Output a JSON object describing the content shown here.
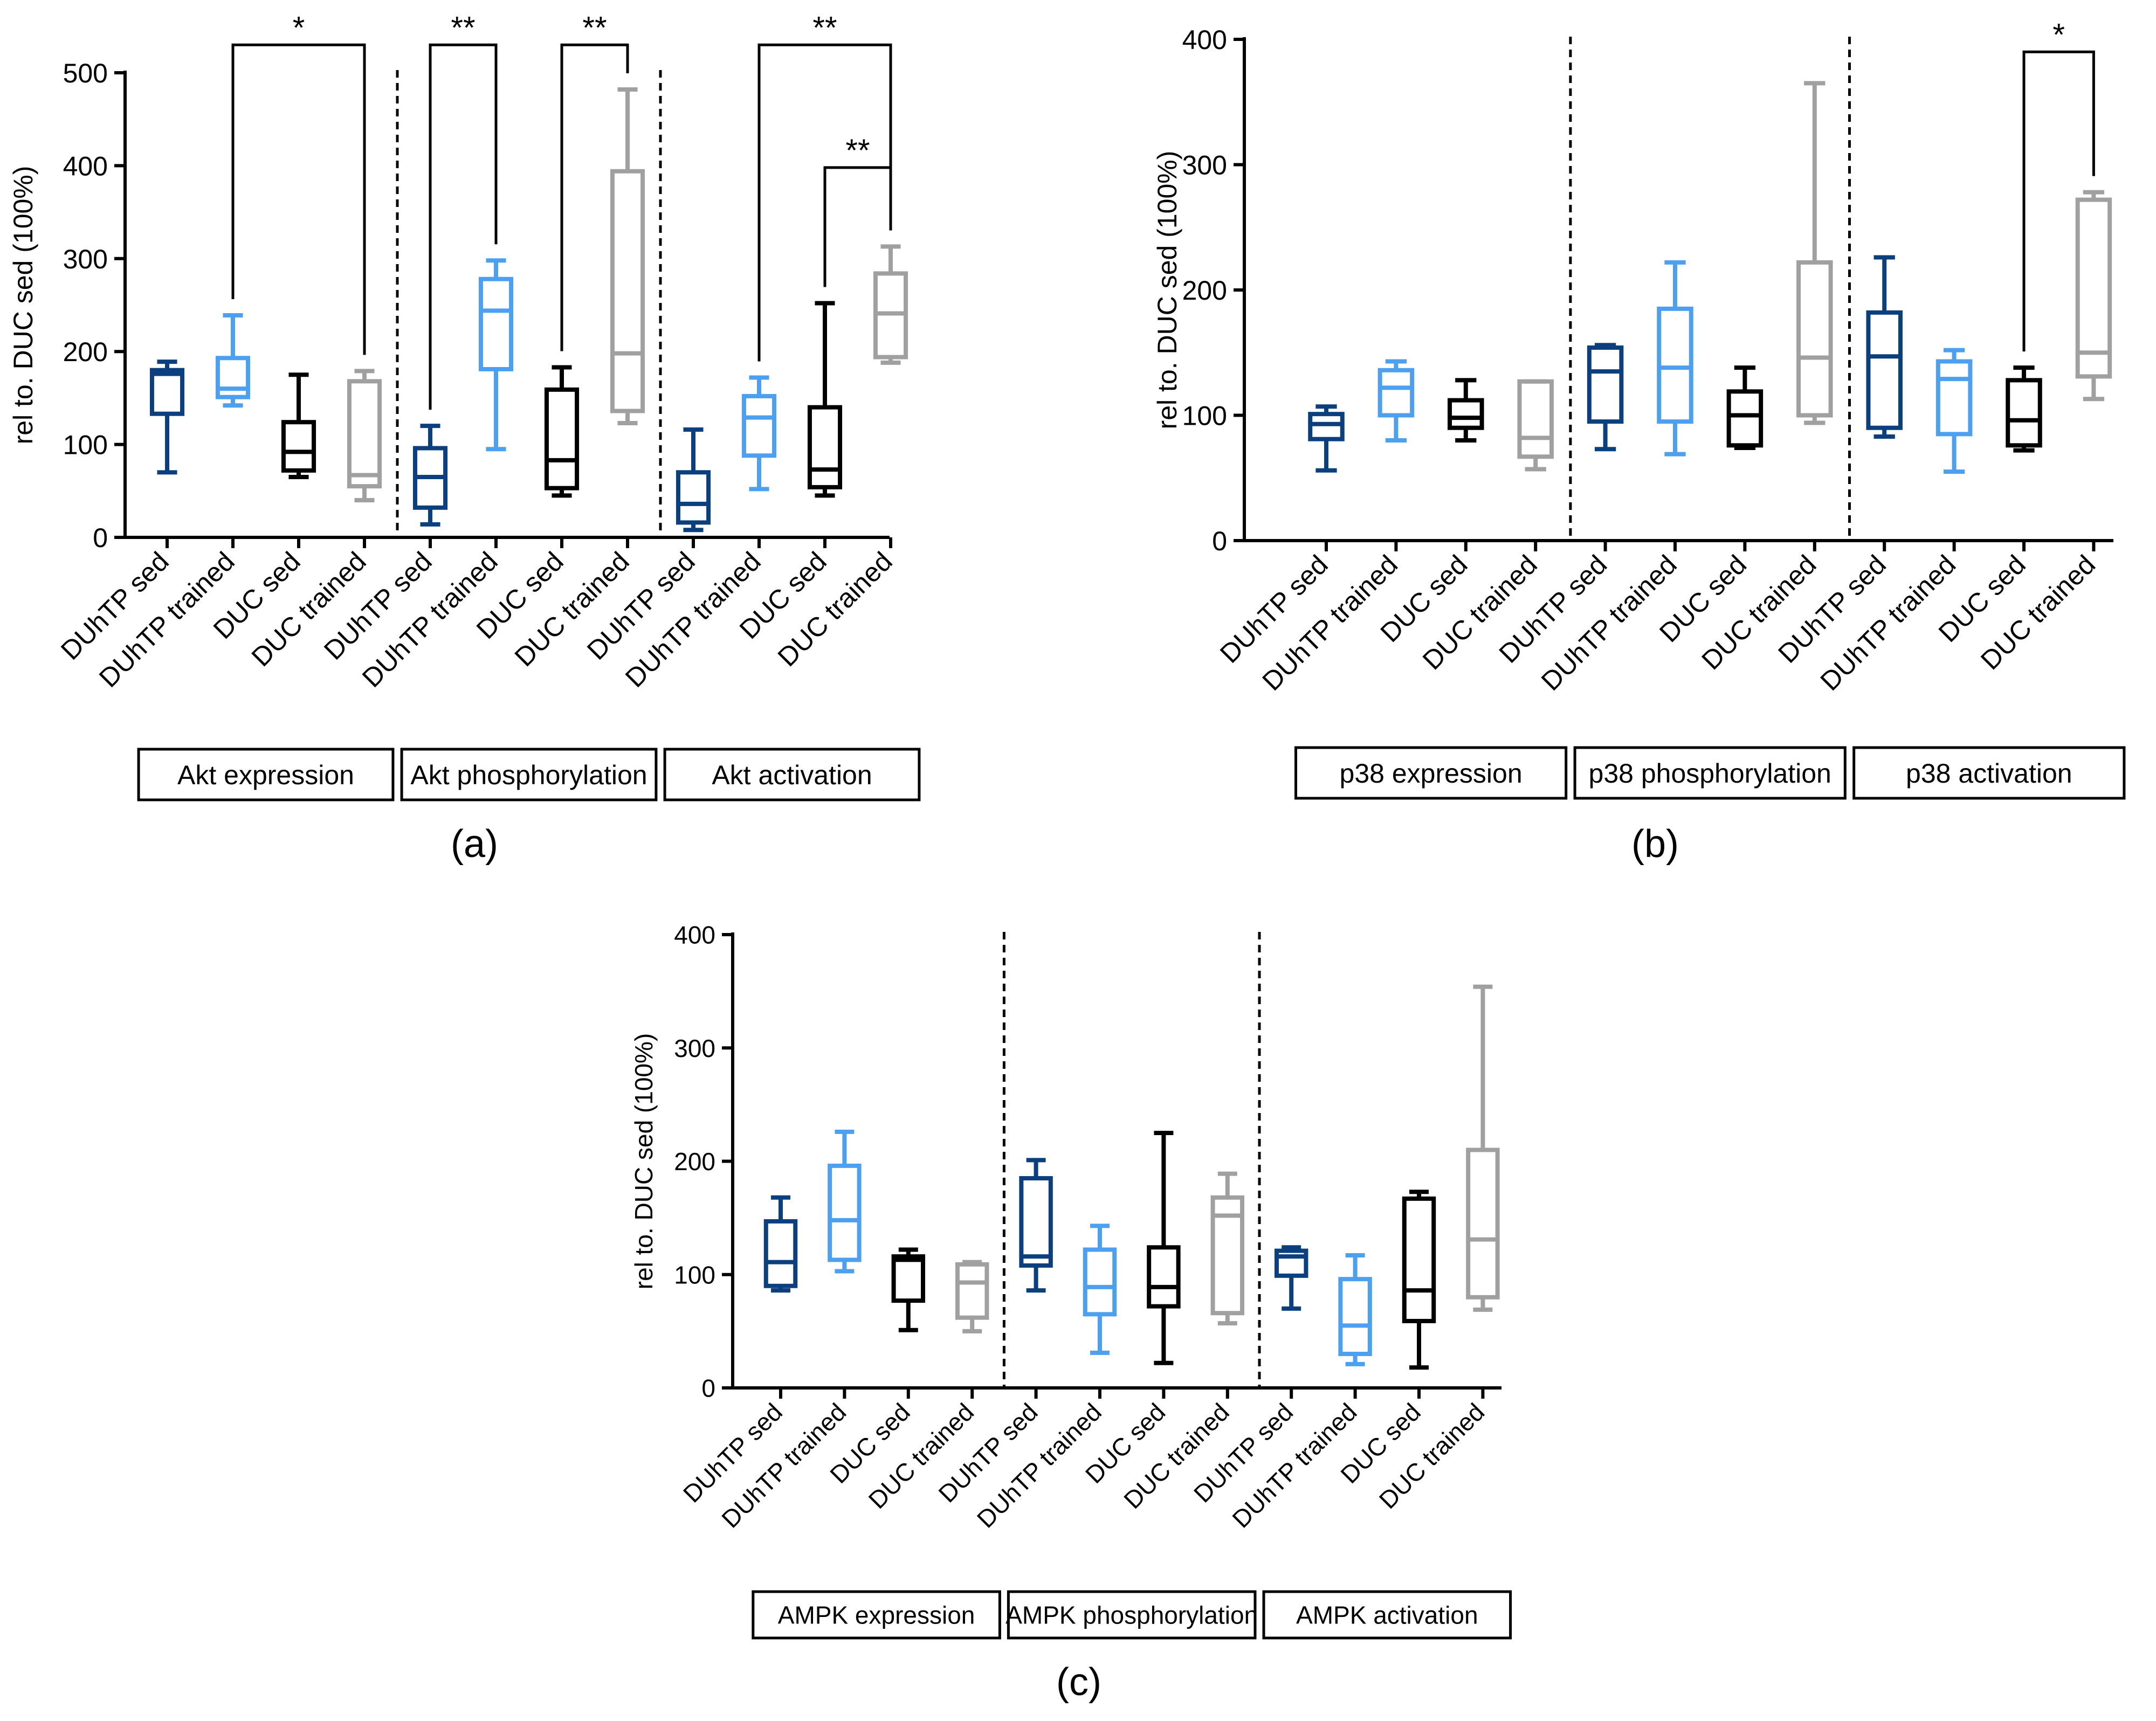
{
  "colors": {
    "DUhTP sed": "#0b3f7e",
    "DUhTP trained": "#4da0f0",
    "DUC sed": "#000000",
    "DUC trained": "#a0a0a0"
  },
  "chart_data": [
    {
      "panel_label": "(a)",
      "type": "box",
      "ylabel": "rel to. DUC sed (100%)",
      "ylim": [
        0,
        500
      ],
      "yticks": [
        0,
        100,
        200,
        300,
        400,
        500
      ],
      "groups": [
        "Akt expression",
        "Akt phosphorylation",
        "Akt activation"
      ],
      "categories": [
        "DUhTP sed",
        "DUhTP trained",
        "DUC sed",
        "DUC trained",
        "DUhTP sed",
        "DUhTP trained",
        "DUC sed",
        "DUC trained",
        "DUhTP sed",
        "DUhTP trained",
        "DUC sed",
        "DUC trained"
      ],
      "boxes": [
        {
          "min": 70,
          "q1": 133,
          "median": 176,
          "q3": 180,
          "max": 189
        },
        {
          "min": 142,
          "q1": 151,
          "median": 160,
          "q3": 193,
          "max": 239
        },
        {
          "min": 65,
          "q1": 72,
          "median": 92,
          "q3": 124,
          "max": 175
        },
        {
          "min": 40,
          "q1": 55,
          "median": 67,
          "q3": 168,
          "max": 179
        },
        {
          "min": 14,
          "q1": 32,
          "median": 65,
          "q3": 96,
          "max": 120
        },
        {
          "min": 95,
          "q1": 181,
          "median": 244,
          "q3": 278,
          "max": 298
        },
        {
          "min": 45,
          "q1": 53,
          "median": 83,
          "q3": 159,
          "max": 183
        },
        {
          "min": 123,
          "q1": 136,
          "median": 198,
          "q3": 394,
          "max": 482
        },
        {
          "min": 8,
          "q1": 16,
          "median": 36,
          "q3": 70,
          "max": 116
        },
        {
          "min": 52,
          "q1": 88,
          "median": 129,
          "q3": 152,
          "max": 172
        },
        {
          "min": 45,
          "q1": 54,
          "median": 73,
          "q3": 140,
          "max": 252
        },
        {
          "min": 188,
          "q1": 194,
          "median": 241,
          "q3": 284,
          "max": 313
        }
      ],
      "significance": [
        {
          "from": 1,
          "to": 3,
          "label": "*",
          "level": 530
        },
        {
          "from": 4,
          "to": 5,
          "label": "**",
          "level": 530
        },
        {
          "from": 6,
          "to": 7,
          "label": "**",
          "level": 530
        },
        {
          "from": 9,
          "to": 11,
          "label": "**",
          "level": 530
        },
        {
          "from": 10,
          "to": 11,
          "label": "**",
          "level": 398
        }
      ]
    },
    {
      "panel_label": "(b)",
      "type": "box",
      "ylabel": "rel to. DUC sed (100%)",
      "ylim": [
        0,
        400
      ],
      "yticks": [
        0,
        100,
        200,
        300,
        400
      ],
      "groups": [
        "p38 expression",
        "p38 phosphorylation",
        "p38 activation"
      ],
      "categories": [
        "DUhTP sed",
        "DUhTP trained",
        "DUC sed",
        "DUC trained",
        "DUhTP sed",
        "DUhTP trained",
        "DUC sed",
        "DUC trained",
        "DUhTP sed",
        "DUhTP trained",
        "DUC sed",
        "DUC trained"
      ],
      "boxes": [
        {
          "min": 56,
          "q1": 81,
          "median": 93,
          "q3": 101,
          "max": 107
        },
        {
          "min": 80,
          "q1": 100,
          "median": 122,
          "q3": 136,
          "max": 143
        },
        {
          "min": 80,
          "q1": 90,
          "median": 98,
          "q3": 112,
          "max": 128
        },
        {
          "min": 57,
          "q1": 67,
          "median": 82,
          "q3": 127,
          "max": 127
        },
        {
          "min": 73,
          "q1": 95,
          "median": 135,
          "q3": 154,
          "max": 156
        },
        {
          "min": 69,
          "q1": 95,
          "median": 138,
          "q3": 185,
          "max": 222
        },
        {
          "min": 74,
          "q1": 76,
          "median": 100,
          "q3": 119,
          "max": 138
        },
        {
          "min": 94,
          "q1": 100,
          "median": 146,
          "q3": 222,
          "max": 365
        },
        {
          "min": 83,
          "q1": 90,
          "median": 147,
          "q3": 182,
          "max": 226
        },
        {
          "min": 55,
          "q1": 85,
          "median": 129,
          "q3": 143,
          "max": 152
        },
        {
          "min": 72,
          "q1": 76,
          "median": 96,
          "q3": 128,
          "max": 138
        },
        {
          "min": 113,
          "q1": 131,
          "median": 150,
          "q3": 272,
          "max": 278
        }
      ],
      "significance": [
        {
          "from": 10,
          "to": 11,
          "label": "*",
          "level": 390
        }
      ]
    },
    {
      "panel_label": "(c)",
      "type": "box",
      "ylabel": "rel to. DUC sed (100%)",
      "ylim": [
        0,
        400
      ],
      "yticks": [
        0,
        100,
        200,
        300,
        400
      ],
      "groups": [
        "AMPK expression",
        "AMPK phosphorylation",
        "AMPK activation"
      ],
      "categories": [
        "DUhTP sed",
        "DUhTP trained",
        "DUC sed",
        "DUC trained",
        "DUhTP sed",
        "DUhTP trained",
        "DUC sed",
        "DUC trained",
        "DUhTP sed",
        "DUhTP trained",
        "DUC sed",
        "DUC trained"
      ],
      "boxes": [
        {
          "min": 86,
          "q1": 90,
          "median": 111,
          "q3": 147,
          "max": 168
        },
        {
          "min": 103,
          "q1": 113,
          "median": 148,
          "q3": 196,
          "max": 226
        },
        {
          "min": 51,
          "q1": 77,
          "median": 113,
          "q3": 116,
          "max": 122
        },
        {
          "min": 50,
          "q1": 62,
          "median": 93,
          "q3": 109,
          "max": 111
        },
        {
          "min": 86,
          "q1": 108,
          "median": 116,
          "q3": 185,
          "max": 201
        },
        {
          "min": 31,
          "q1": 65,
          "median": 89,
          "q3": 122,
          "max": 143
        },
        {
          "min": 22,
          "q1": 72,
          "median": 89,
          "q3": 124,
          "max": 225
        },
        {
          "min": 57,
          "q1": 66,
          "median": 152,
          "q3": 168,
          "max": 189
        },
        {
          "min": 70,
          "q1": 99,
          "median": 116,
          "q3": 121,
          "max": 124
        },
        {
          "min": 21,
          "q1": 30,
          "median": 55,
          "q3": 96,
          "max": 117
        },
        {
          "min": 18,
          "q1": 59,
          "median": 86,
          "q3": 167,
          "max": 173
        },
        {
          "min": 69,
          "q1": 80,
          "median": 131,
          "q3": 210,
          "max": 354
        }
      ],
      "significance": []
    }
  ]
}
